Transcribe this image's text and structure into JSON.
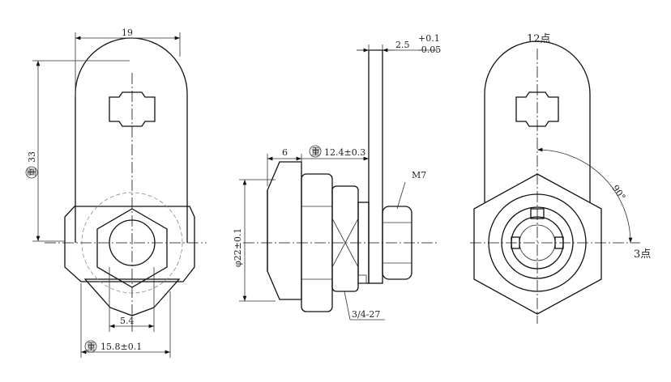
{
  "left_view": {
    "width_dim": "19",
    "height_dim": "33",
    "height_mark": "重",
    "inner_dim": "5.4",
    "hex_dim": "15.8±0.1",
    "hex_mark": "重"
  },
  "side_view": {
    "cap_dim": "6",
    "length_dim": "12.4±0.3",
    "length_mark": "重",
    "plate_dim": "2.5",
    "plate_tol_upper": "+0.1",
    "plate_tol_lower": "-0.05",
    "nut_label": "M7",
    "diameter_dim": "φ22±0.1",
    "thread_label": "3/4-27"
  },
  "front_view": {
    "top_position": "12点",
    "right_position": "3点",
    "angle": "90°"
  }
}
